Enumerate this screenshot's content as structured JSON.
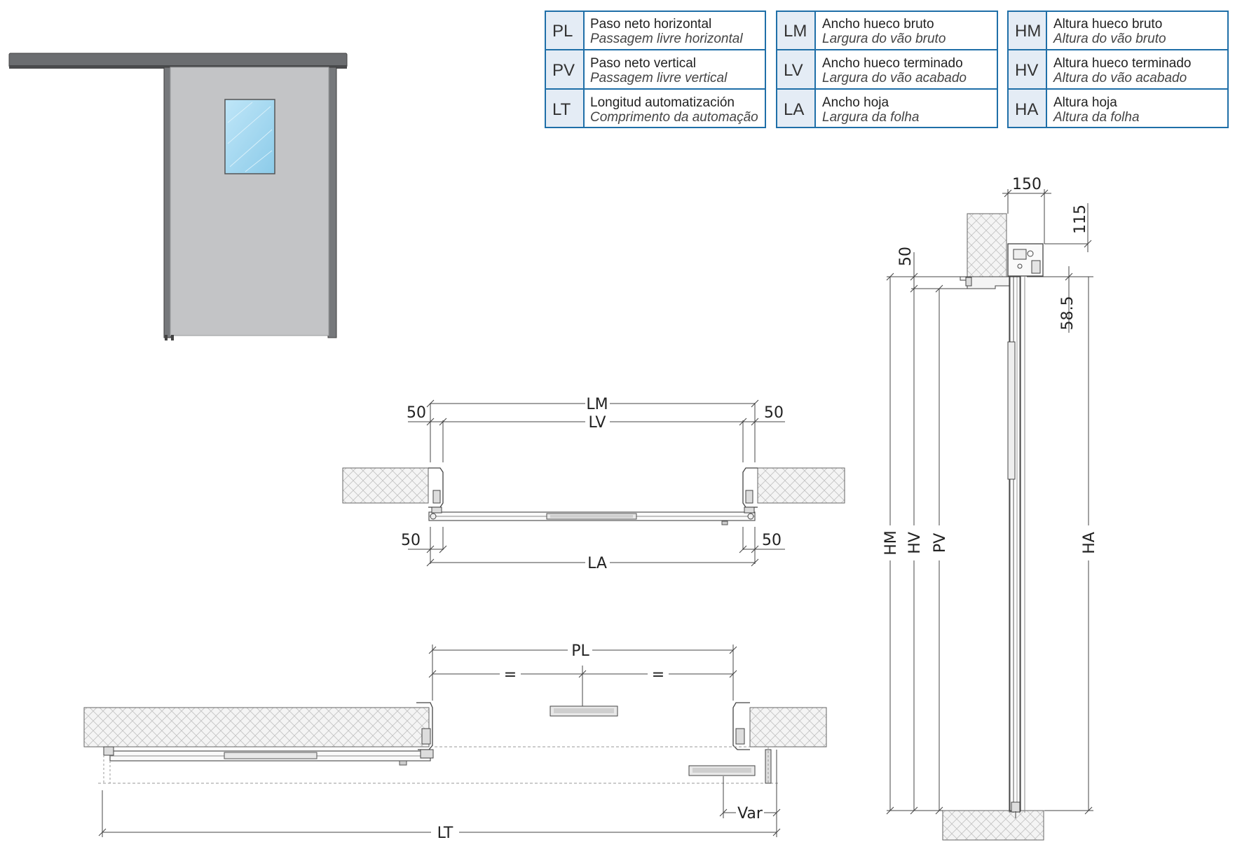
{
  "legend": [
    [
      {
        "code": "PL",
        "es": "Paso neto horizontal",
        "pt": "Passagem livre horizontal"
      },
      {
        "code": "PV",
        "es": "Paso neto vertical",
        "pt": "Passagem livre vertical"
      },
      {
        "code": "LT",
        "es": "Longitud automatización",
        "pt": "Comprimento da automação"
      }
    ],
    [
      {
        "code": "LM",
        "es": "Ancho hueco bruto",
        "pt": "Largura do vão bruto"
      },
      {
        "code": "LV",
        "es": "Ancho hueco terminado",
        "pt": "Largura do vão acabado"
      },
      {
        "code": "LA",
        "es": "Ancho hoja",
        "pt": "Largura da folha"
      }
    ],
    [
      {
        "code": "HM",
        "es": "Altura hueco bruto",
        "pt": "Altura do vão bruto"
      },
      {
        "code": "HV",
        "es": "Altura hueco terminado",
        "pt": "Altura do vão acabado"
      },
      {
        "code": "HA",
        "es": "Altura hoja",
        "pt": "Altura da folha"
      }
    ]
  ],
  "plan_view": {
    "LM": "LM",
    "LV": "LV",
    "LA": "LA",
    "top_left": "50",
    "top_right": "50",
    "bottom_left": "50",
    "bottom_right": "50"
  },
  "open_view": {
    "PL": "PL",
    "eq_left": "=",
    "eq_right": "=",
    "Var": "Var",
    "LT": "LT"
  },
  "section_view": {
    "d150": "150",
    "d115": "115",
    "d50": "50",
    "d585": "58.5",
    "HM": "HM",
    "HV": "HV",
    "PV": "PV",
    "HA": "HA"
  },
  "colors": {
    "legend_border": "#1f6fa8",
    "legend_code_bg": "#e4ecf5",
    "door_panel": "#c3c4c6",
    "rail": "#6b6d70",
    "glass": "#9fd3ef"
  }
}
